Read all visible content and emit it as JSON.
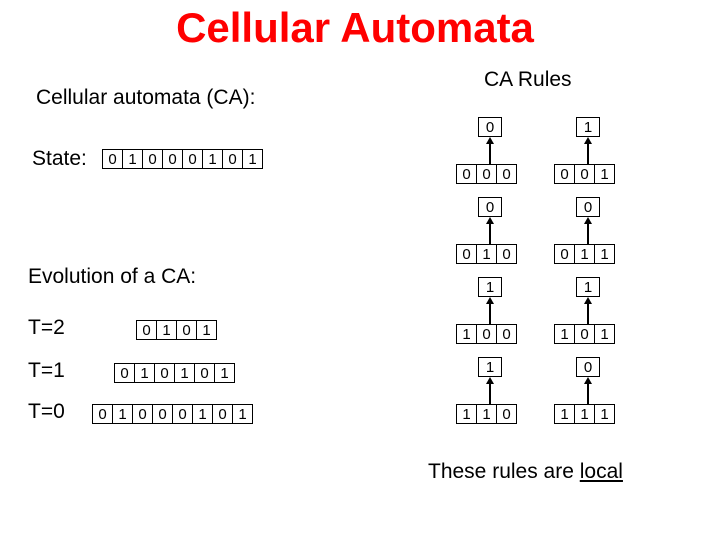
{
  "title": "Cellular Automata",
  "left": {
    "heading": "Cellular automata (CA):",
    "state_label": "State:",
    "state_cells": [
      "0",
      "1",
      "0",
      "0",
      "0",
      "1",
      "0",
      "1"
    ],
    "evolution_heading": "Evolution of a CA:",
    "rows": [
      {
        "label": "T=2",
        "cells": [
          "0",
          "1",
          "0",
          "1"
        ]
      },
      {
        "label": "T=1",
        "cells": [
          "0",
          "1",
          "0",
          "1",
          "0",
          "1"
        ]
      },
      {
        "label": "T=0",
        "cells": [
          "0",
          "1",
          "0",
          "0",
          "0",
          "1",
          "0",
          "1"
        ]
      }
    ]
  },
  "rules": {
    "heading": "CA Rules",
    "items": [
      {
        "neighborhood": [
          "0",
          "0",
          "0"
        ],
        "output": "0"
      },
      {
        "neighborhood": [
          "0",
          "0",
          "1"
        ],
        "output": "1"
      },
      {
        "neighborhood": [
          "0",
          "1",
          "0"
        ],
        "output": "0"
      },
      {
        "neighborhood": [
          "0",
          "1",
          "1"
        ],
        "output": "0"
      },
      {
        "neighborhood": [
          "1",
          "0",
          "0"
        ],
        "output": "1"
      },
      {
        "neighborhood": [
          "1",
          "0",
          "1"
        ],
        "output": "1"
      },
      {
        "neighborhood": [
          "1",
          "1",
          "0"
        ],
        "output": "1"
      },
      {
        "neighborhood": [
          "1",
          "1",
          "1"
        ],
        "output": "0"
      }
    ]
  },
  "note": {
    "prefix": "These rules are ",
    "emphasis": "local"
  }
}
